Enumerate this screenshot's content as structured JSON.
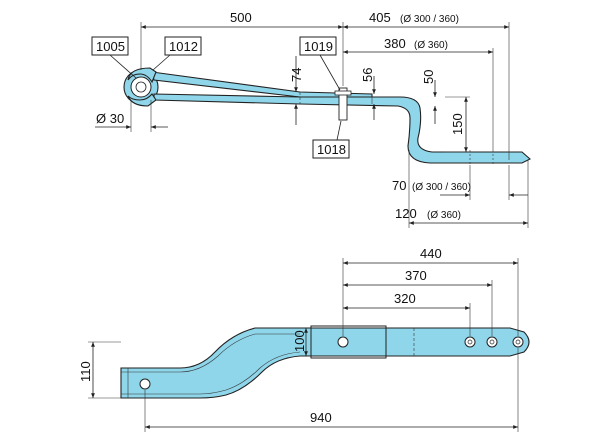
{
  "top_view": {
    "dim_500": "500",
    "dim_405": "405",
    "dim_405_note": "(Ø 300 / 360)",
    "dim_380": "380",
    "dim_380_note": "(Ø 360)",
    "dim_74": "74",
    "dim_56": "56",
    "dim_50": "50",
    "dim_150": "150",
    "dim_d30": "Ø 30",
    "dim_70": "70",
    "dim_70_note": "(Ø 300 / 360)",
    "dim_120": "120",
    "dim_120_note": "(Ø 360)",
    "part_1005": "1005",
    "part_1012": "1012",
    "part_1019": "1019",
    "part_1018": "1018"
  },
  "bottom_view": {
    "dim_440": "440",
    "dim_370": "370",
    "dim_320": "320",
    "dim_100": "100",
    "dim_110": "110",
    "dim_940": "940"
  },
  "colors": {
    "body_fill": "#8fd6ea",
    "line": "#222222"
  }
}
